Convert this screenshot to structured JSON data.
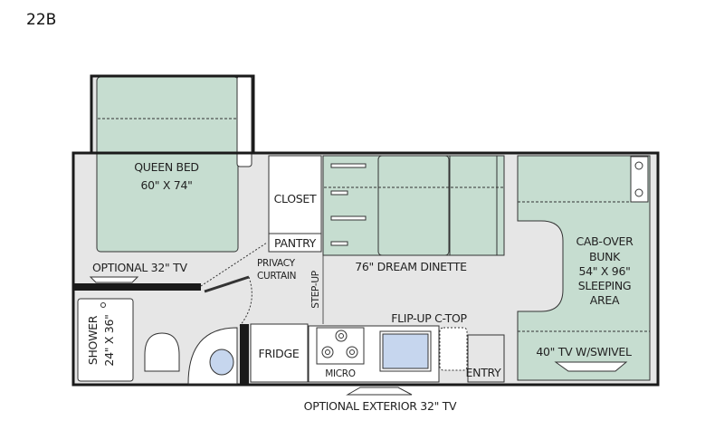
{
  "model": "22B",
  "labels": {
    "queen_bed": "QUEEN BED",
    "queen_bed_size": "60\" X 74\"",
    "closet": "CLOSET",
    "pantry": "PANTRY",
    "privacy_1": "PRIVACY",
    "privacy_2": "CURTAIN",
    "step_up": "STEP-UP",
    "optional_tv": "OPTIONAL 32\" TV",
    "dinette": "76\" DREAM DINETTE",
    "cab_1": "CAB-OVER",
    "cab_2": "BUNK",
    "cab_3": "54\" X 96\"",
    "cab_4": "SLEEPING",
    "cab_5": "AREA",
    "shower_1": "SHOWER",
    "shower_2": "24\" X 36\"",
    "fridge": "FRIDGE",
    "micro": "MICRO",
    "flip_up": "FLIP-UP C-TOP",
    "entry": "ENTRY",
    "tv_swivel": "40\" TV W/SWIVEL",
    "exterior_tv": "OPTIONAL EXTERIOR 32\" TV"
  },
  "colors": {
    "wall": "#1a1a1a",
    "floor": "#e6e6e6",
    "furniture": "#c6ddd0",
    "sink": "#c6d6ee"
  }
}
